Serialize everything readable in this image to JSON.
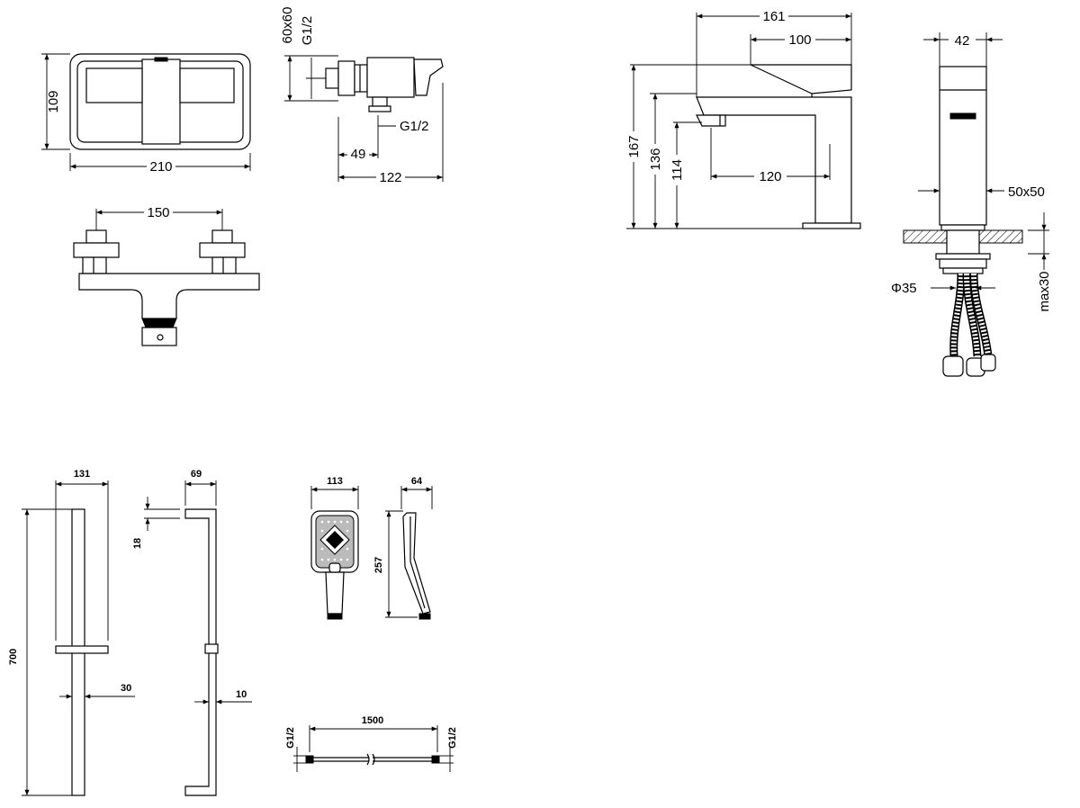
{
  "dimensions": {
    "mixer_width": "210",
    "mixer_height": "109",
    "mixer_connection": "60x60",
    "mixer_thread_top": "G1/2",
    "mixer_thread_bottom": "G1/2",
    "mixer_depth_inner": "49",
    "mixer_depth": "122",
    "mixer_centers": "150",
    "basin_length": "161",
    "basin_lever": "100",
    "basin_height": "167",
    "basin_handle_height": "136",
    "basin_spout_height": "114",
    "basin_reach": "120",
    "basin_width": "42",
    "basin_base": "50x50",
    "basin_hole": "Φ35",
    "basin_max_counter": "max30",
    "rail_width": "131",
    "rail_depth": "69",
    "rail_offset": "18",
    "rail_length": "700",
    "rail_slider": "30",
    "rail_bar": "10",
    "head_width": "113",
    "head_depth": "64",
    "head_length": "257",
    "hose_length": "1500",
    "hose_thread_left": "G1/2",
    "hose_thread_right": "G1/2"
  }
}
